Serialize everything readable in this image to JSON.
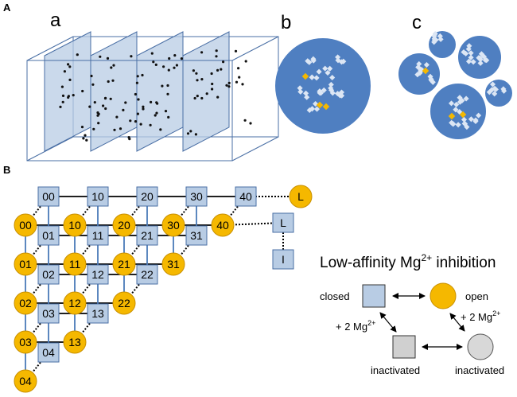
{
  "panel_labels": {
    "A": "A",
    "B": "B"
  },
  "subpanels": {
    "a": "a",
    "b": "b",
    "c": "c"
  },
  "states": {
    "closed": [
      "00",
      "10",
      "20",
      "30",
      "40",
      "01",
      "11",
      "21",
      "31",
      "02",
      "12",
      "22",
      "03",
      "13",
      "04"
    ],
    "open": [
      "00",
      "10",
      "20",
      "30",
      "40",
      "01",
      "11",
      "21",
      "31",
      "02",
      "12",
      "22",
      "03",
      "13",
      "04"
    ],
    "extra_open": "L",
    "extra_closed": "L",
    "inactivated": "I"
  },
  "legend": {
    "title_main": "Low-affinity Mg",
    "title_sup": "2+",
    "title_end": " inhibition",
    "closed_label": "closed",
    "open_label": "open",
    "mg_left_main": "+ 2 Mg",
    "mg_left_sup": "2+",
    "mg_right_main": "+ 2 Mg",
    "mg_right_sup": "2+",
    "inactivated_left": "inactivated",
    "inactivated_right": "inactivated"
  },
  "colors": {
    "box_fill": "#b8cce4",
    "box_stroke": "#4a6fa5",
    "circle_fill": "#f5b800",
    "circle_stroke": "#c99000",
    "cluster_fill": "#4f7fc1",
    "grey_fill": "#d0d0d0",
    "grid_blue": "#4a7ab8"
  }
}
